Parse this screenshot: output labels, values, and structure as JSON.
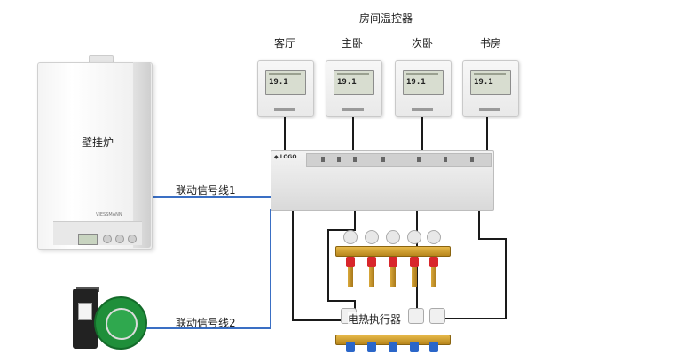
{
  "title": "房间温控器",
  "rooms": [
    "客厅",
    "主卧",
    "次卧",
    "书房"
  ],
  "thermostat_reading": "19.1",
  "boiler_label": "壁挂炉",
  "link_line_1": "联动信号线1",
  "link_line_2": "联动信号线2",
  "actuator_label": "电热执行器",
  "controller_logo": "◆ LOGO",
  "boiler_brand": "VIESSMANN",
  "colors": {
    "wire": "#1a1a1a",
    "signal_wire": "#3a6fc4",
    "pump": "#1f8f3a",
    "manifold": "#d4a02f"
  }
}
